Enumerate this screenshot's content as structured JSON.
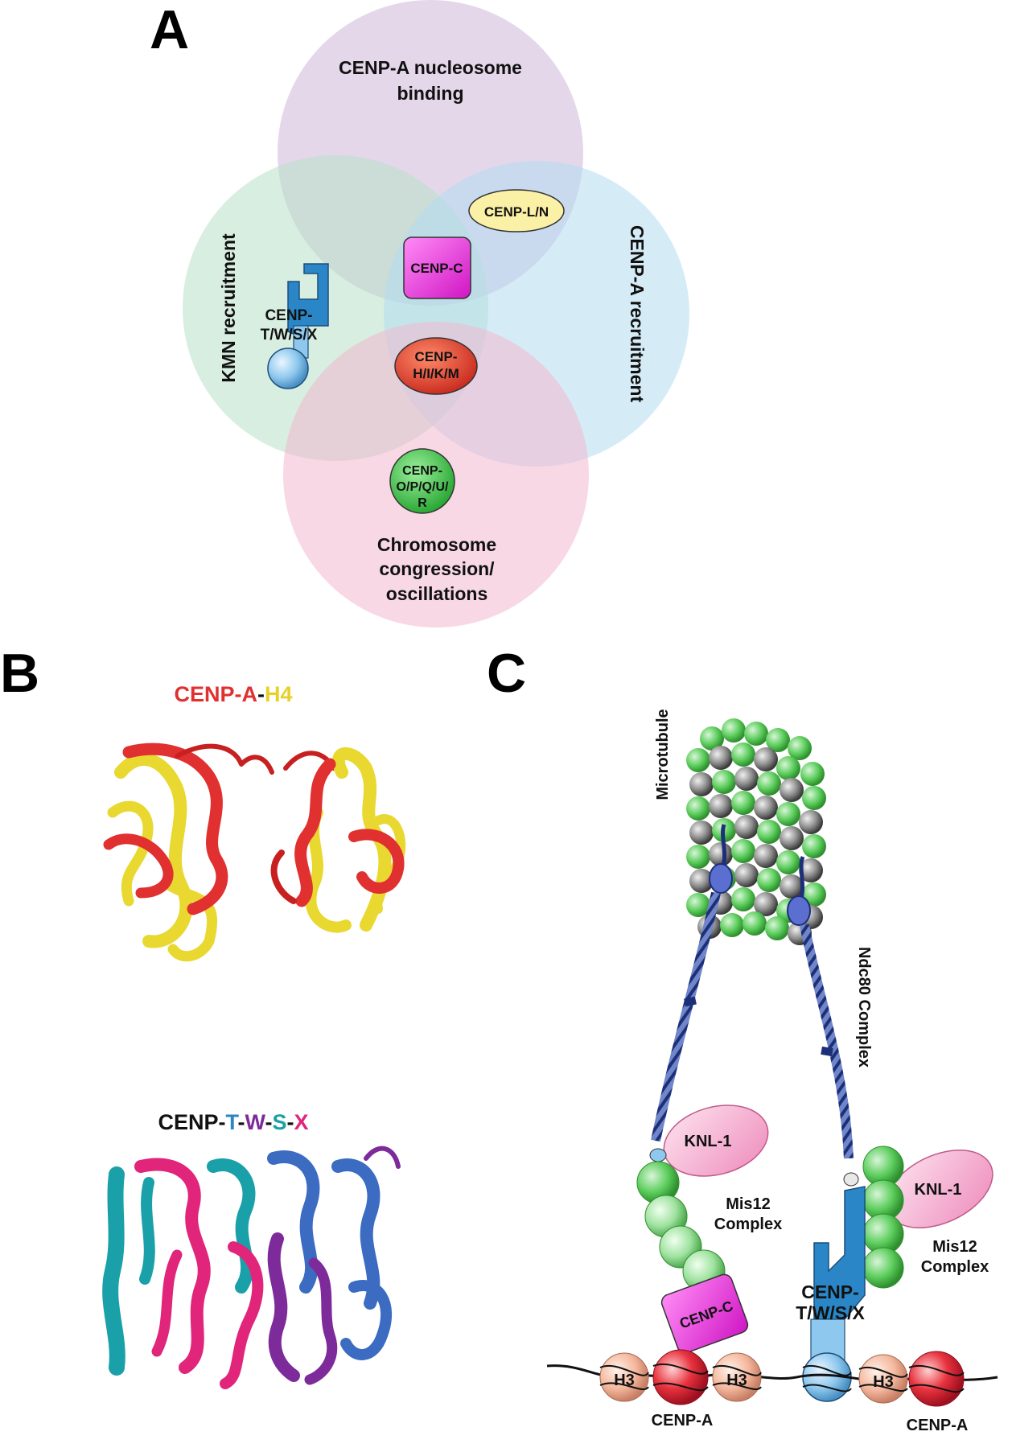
{
  "panel_a": {
    "letter": "A",
    "circles": {
      "top": "CENP-A nucleosome binding",
      "top_line1": "CENP-A nucleosome",
      "top_line2": "binding",
      "left": "KMN recruitment",
      "right": "CENP-A recruitment",
      "bottom_line1": "Chromosome",
      "bottom_line2": "congression/",
      "bottom_line3": "oscillations"
    },
    "complexes": {
      "ln": "CENP-L/N",
      "c": "CENP-C",
      "hikm_line1": "CENP-",
      "hikm_line2": "H/I/K/M",
      "opqur_line1": "CENP-",
      "opqur_line2": "O/P/Q/U/",
      "opqur_line3": "R",
      "twsx_line1": "CENP-",
      "twsx_line2": "T/W/S/X"
    },
    "colors": {
      "top_circle": "#d8c4e0",
      "left_circle": "#c6e6d2",
      "right_circle": "#c4e6f4",
      "bottom_circle": "#f5c6d8",
      "cenp_c": "#e51fd4",
      "cenp_ln": "#fbf1a6",
      "cenp_hikm": "#d93a2a",
      "cenp_opqur": "#3cc24a",
      "cenp_twsx": "#2a86c6"
    }
  },
  "panel_b": {
    "letter": "B",
    "title1_a": "CENP-A",
    "title1_dash": "-",
    "title1_b": "H4",
    "title2_prefix": "CENP-",
    "title2_t": "T",
    "title2_d1": "-",
    "title2_w": "W",
    "title2_d2": "-",
    "title2_s": "S",
    "title2_d3": "-",
    "title2_x": "X",
    "colors": {
      "cenp_a": "#e03030",
      "h4": "#f2e030",
      "t": "#2a86c6",
      "w": "#7d2a9a",
      "s": "#1aa0a8",
      "x": "#e0257a"
    }
  },
  "panel_c": {
    "letter": "C",
    "microtubule": "Microtubule",
    "ndc80": "Ndc80 Complex",
    "knl1_left": "KNL-1",
    "knl1_right": "KNL-1",
    "mis12_left_line1": "Mis12",
    "mis12_left_line2": "Complex",
    "mis12_right_line1": "Mis12",
    "mis12_right_line2": "Complex",
    "cenp_c": "CENP-C",
    "twsx_line1": "CENP-",
    "twsx_line2": "T/W/S/X",
    "h3": "H3",
    "cenp_a_left": "CENP-A",
    "cenp_a_right": "CENP-A"
  }
}
